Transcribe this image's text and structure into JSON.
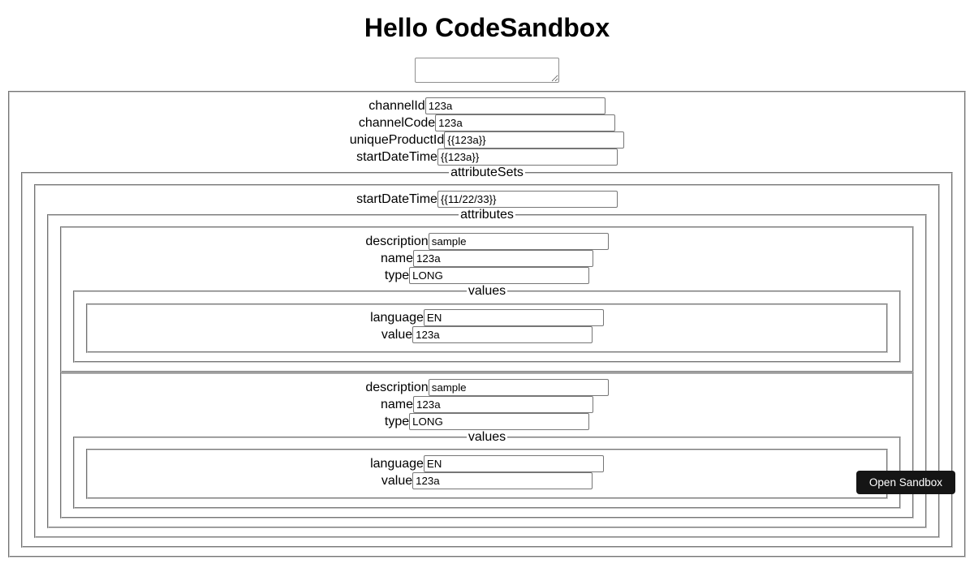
{
  "page": {
    "title": "Hello CodeSandbox"
  },
  "colors": {
    "button_bg": "#151515",
    "button_text": "#ffffff",
    "fieldset_border": "#c9c9c9",
    "input_border": "#767676"
  },
  "notes_textarea": {
    "value": "",
    "placeholder": ""
  },
  "form": {
    "fields": [
      {
        "label": "channelId",
        "value": "123a"
      },
      {
        "label": "channelCode",
        "value": "123a"
      },
      {
        "label": "uniqueProductId",
        "value": "{{123a}}"
      },
      {
        "label": "startDateTime",
        "value": "{{123a}}"
      }
    ],
    "attribute_sets": {
      "legend": "attributeSets",
      "items": [
        {
          "fields": [
            {
              "label": "startDateTime",
              "value": "{{11/22/33}}"
            }
          ],
          "attributes": {
            "legend": "attributes",
            "items": [
              {
                "fields": [
                  {
                    "label": "description",
                    "value": "sample"
                  },
                  {
                    "label": "name",
                    "value": "123a"
                  },
                  {
                    "label": "type",
                    "value": "LONG"
                  }
                ],
                "values": {
                  "legend": "values",
                  "items": [
                    {
                      "fields": [
                        {
                          "label": "language",
                          "value": "EN"
                        },
                        {
                          "label": "value",
                          "value": "123a"
                        }
                      ]
                    }
                  ]
                }
              },
              {
                "fields": [
                  {
                    "label": "description",
                    "value": "sample"
                  },
                  {
                    "label": "name",
                    "value": "123a"
                  },
                  {
                    "label": "type",
                    "value": "LONG"
                  }
                ],
                "values": {
                  "legend": "values",
                  "items": [
                    {
                      "fields": [
                        {
                          "label": "language",
                          "value": "EN"
                        },
                        {
                          "label": "value",
                          "value": "123a"
                        }
                      ]
                    }
                  ]
                }
              }
            ]
          }
        }
      ]
    }
  },
  "open_sandbox_button": {
    "label": "Open Sandbox"
  }
}
